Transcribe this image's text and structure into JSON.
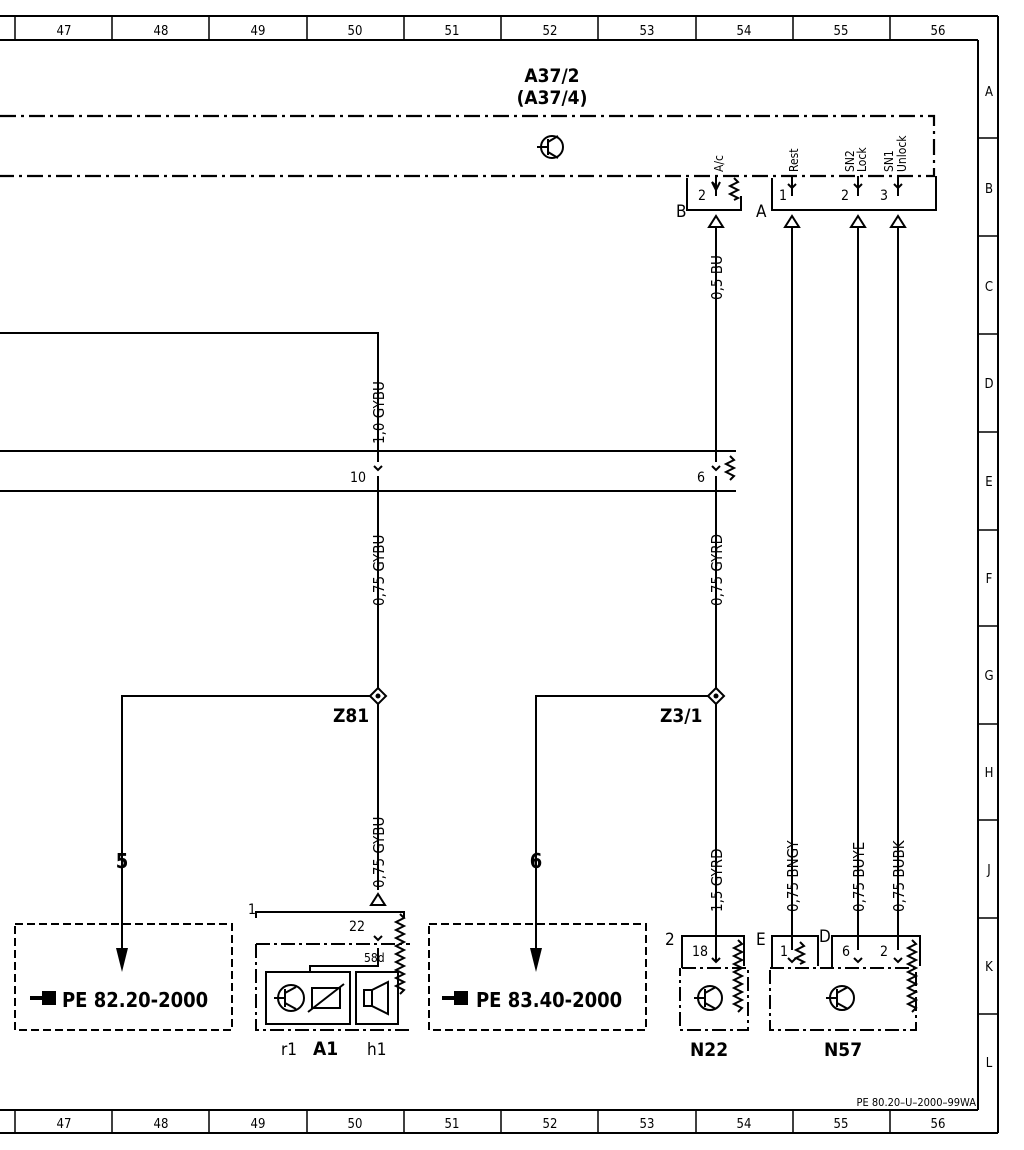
{
  "grid": {
    "top_columns": [
      "47",
      "48",
      "49",
      "50",
      "51",
      "52",
      "53",
      "54",
      "55",
      "56"
    ],
    "bottom_columns": [
      "47",
      "48",
      "49",
      "50",
      "51",
      "52",
      "53",
      "54",
      "55",
      "56"
    ],
    "rows": [
      "A",
      "B",
      "C",
      "D",
      "E",
      "F",
      "G",
      "H",
      "J",
      "K",
      "L"
    ]
  },
  "module": {
    "title_line1": "A37/2",
    "title_line2": "(A37/4)",
    "pins": {
      "ac_label": "A/c",
      "rest_label": "Rest",
      "lock_label_1": "SN2",
      "lock_label_2": "Lock",
      "unlock_label_1": "SN1",
      "unlock_label_2": "Unlock",
      "ac_pin": "2",
      "rest_pin": "1",
      "lock_pin": "2",
      "unlock_pin": "3"
    },
    "connector_b": "B",
    "connector_a": "A"
  },
  "wires": {
    "bu": "0,5 BU",
    "gybu_top": "1,0 GYBU",
    "gybu_mid": "0,75 GYBU",
    "gyrd_mid": "0,75 GYRD",
    "gybu_low": "0,75 GYBU",
    "gyrd_low": "1,5 GYRD",
    "bngy": "0,75 BNGY",
    "buye": "0,75 BUYE",
    "bubk": "0,75 BUBK"
  },
  "harness": {
    "pin_10": "10",
    "pin_6": "6"
  },
  "junctions": {
    "z81": "Z81",
    "z3_1": "Z3/1"
  },
  "refs": {
    "ref_5_num": "5",
    "ref_5_text": "PE 82.20-2000",
    "ref_6_num": "6",
    "ref_6_text": "PE 83.40-2000"
  },
  "a1": {
    "label_r1": "r1",
    "label_a1": "A1",
    "label_h1": "h1",
    "pin_22": "22",
    "pin_58d": "58d",
    "conn_1": "1"
  },
  "n22": {
    "label": "N22",
    "pin": "18",
    "conn": "2"
  },
  "n57": {
    "label": "N57",
    "pin_1": "1",
    "pin_6": "6",
    "pin_2": "2",
    "conn_e": "E",
    "conn_d": "D"
  },
  "footer_code": "PE 80.20–U–2000–99WA"
}
